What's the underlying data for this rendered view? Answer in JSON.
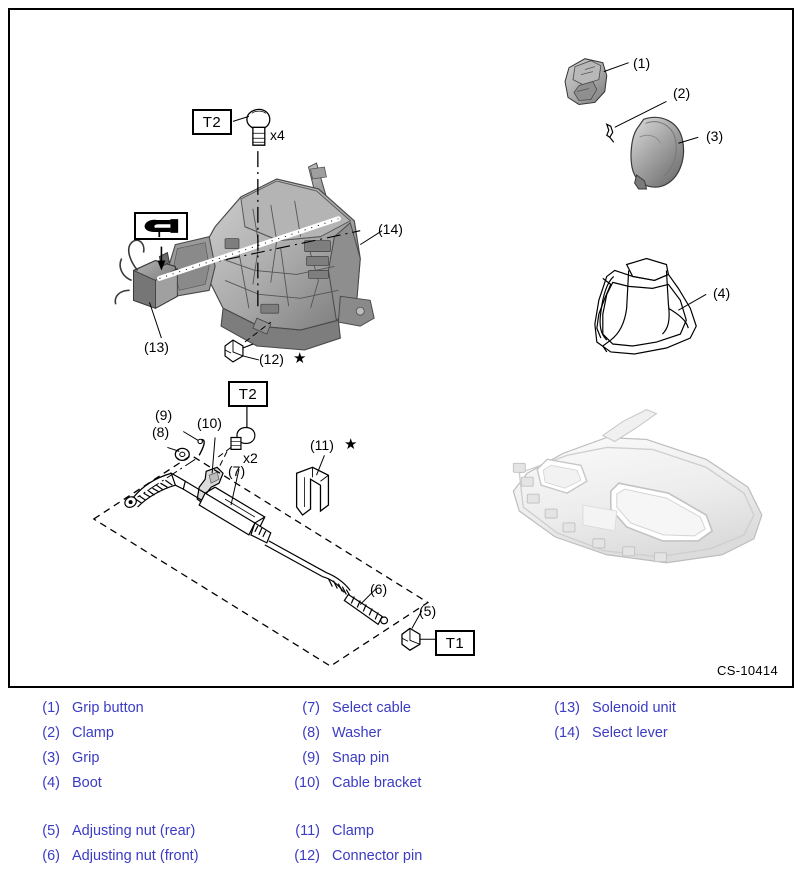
{
  "figure": {
    "diagram_id": "CS-10414",
    "torque_callouts": [
      {
        "name": "t2-upper",
        "label": "T2",
        "qty": "x4"
      },
      {
        "name": "t2-lower",
        "label": "T2",
        "qty": "x2"
      },
      {
        "name": "t1",
        "label": "T1",
        "qty": ""
      }
    ],
    "part_callouts": [
      {
        "id": "1",
        "text": "(1)",
        "star": false
      },
      {
        "id": "2",
        "text": "(2)",
        "star": false
      },
      {
        "id": "3",
        "text": "(3)",
        "star": false
      },
      {
        "id": "4",
        "text": "(4)",
        "star": false
      },
      {
        "id": "5",
        "text": "(5)",
        "star": false
      },
      {
        "id": "6",
        "text": "(6)",
        "star": false
      },
      {
        "id": "7",
        "text": "(7)",
        "star": false
      },
      {
        "id": "8",
        "text": "(8)",
        "star": false
      },
      {
        "id": "9",
        "text": "(9)",
        "star": false
      },
      {
        "id": "10",
        "text": "(10)",
        "star": false
      },
      {
        "id": "11",
        "text": "(11)",
        "star": true
      },
      {
        "id": "12",
        "text": "(12)",
        "star": true
      },
      {
        "id": "13",
        "text": "(13)",
        "star": false
      },
      {
        "id": "14",
        "text": "(14)",
        "star": false
      }
    ],
    "star_glyph": "★",
    "icons": {
      "clip_tool": "clip-removal-tool-icon"
    }
  },
  "legend": {
    "columns": [
      {
        "name": "legend-column-1",
        "groups": [
          [
            {
              "num": "(1)",
              "label": "Grip button"
            },
            {
              "num": "(2)",
              "label": "Clamp"
            },
            {
              "num": "(3)",
              "label": "Grip"
            },
            {
              "num": "(4)",
              "label": "Boot"
            }
          ],
          [
            {
              "num": "(5)",
              "label": "Adjusting nut (rear)"
            },
            {
              "num": "(6)",
              "label": "Adjusting nut (front)"
            }
          ]
        ]
      },
      {
        "name": "legend-column-2",
        "groups": [
          [
            {
              "num": "(7)",
              "label": "Select cable"
            },
            {
              "num": "(8)",
              "label": "Washer"
            },
            {
              "num": "(9)",
              "label": "Snap pin"
            },
            {
              "num": "(10)",
              "label": "Cable bracket"
            }
          ],
          [
            {
              "num": "(11)",
              "label": "Clamp"
            },
            {
              "num": "(12)",
              "label": "Connector pin"
            }
          ]
        ]
      },
      {
        "name": "legend-column-3",
        "groups": [
          [
            {
              "num": "(13)",
              "label": "Solenoid unit"
            },
            {
              "num": "(14)",
              "label": "Select lever"
            }
          ]
        ]
      }
    ]
  },
  "colors": {
    "legend_text": "#3b3bc4",
    "line": "#000000",
    "part_fill_light": "#c9c9c9",
    "part_fill_mid": "#9a9a9a",
    "part_fill_dark": "#6e6e6e",
    "trim_fill": "#f2f2f2"
  }
}
